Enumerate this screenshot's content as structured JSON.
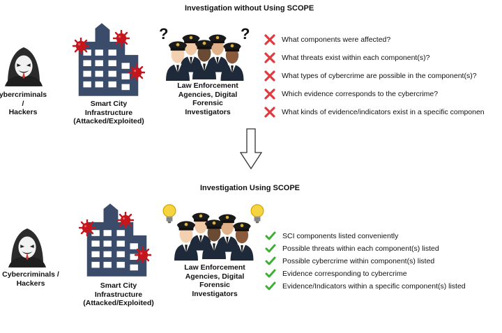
{
  "top": {
    "title": "Investigation without Using SCOPE",
    "actors": {
      "hackers": [
        "ybercriminals /",
        "Hackers"
      ],
      "city": [
        "Smart City",
        "Infrastructure",
        "(Attacked/Exploited)"
      ],
      "law": [
        "Law Enforcement",
        "Agencies, Digital",
        "Forensic",
        "Investigators"
      ]
    },
    "questions": [
      "What components were affected?",
      "What threats exist within each component(s)?",
      "What types of cybercrime are possible in the component(s)?",
      "Which evidence corresponds to the cybercrime?",
      "What kinds of evidence/indicators exist in a specific componen"
    ]
  },
  "bottom": {
    "title": "Investigation Using SCOPE",
    "actors": {
      "hackers": [
        "Cybercriminals /",
        "Hackers"
      ],
      "city": [
        "Smart City",
        "Infrastructure",
        "(Attacked/Exploited)"
      ],
      "law": [
        "Law Enforcement",
        "Agencies, Digital",
        "Forensic",
        "Investigators"
      ]
    },
    "answers": [
      "SCI components listed conveniently",
      "Possible threats within each component(s) listed",
      "Possible cybercrime within component(s) listed",
      "Evidence corresponding to cybercrime",
      "Evidence/Indicators within a specific component(s) listed"
    ]
  },
  "colors": {
    "cross": "#e03a3e",
    "check": "#3fae35",
    "building": "#3b4c6b",
    "virus": "#c4161c",
    "hood": "#2b2b2b",
    "bulb": "#f5d442"
  },
  "icons": [
    "hacker-icon",
    "building-icon",
    "virus-icon",
    "officers-icon",
    "question-icon",
    "lightbulb-icon",
    "cross-icon",
    "check-icon",
    "down-arrow-icon"
  ]
}
